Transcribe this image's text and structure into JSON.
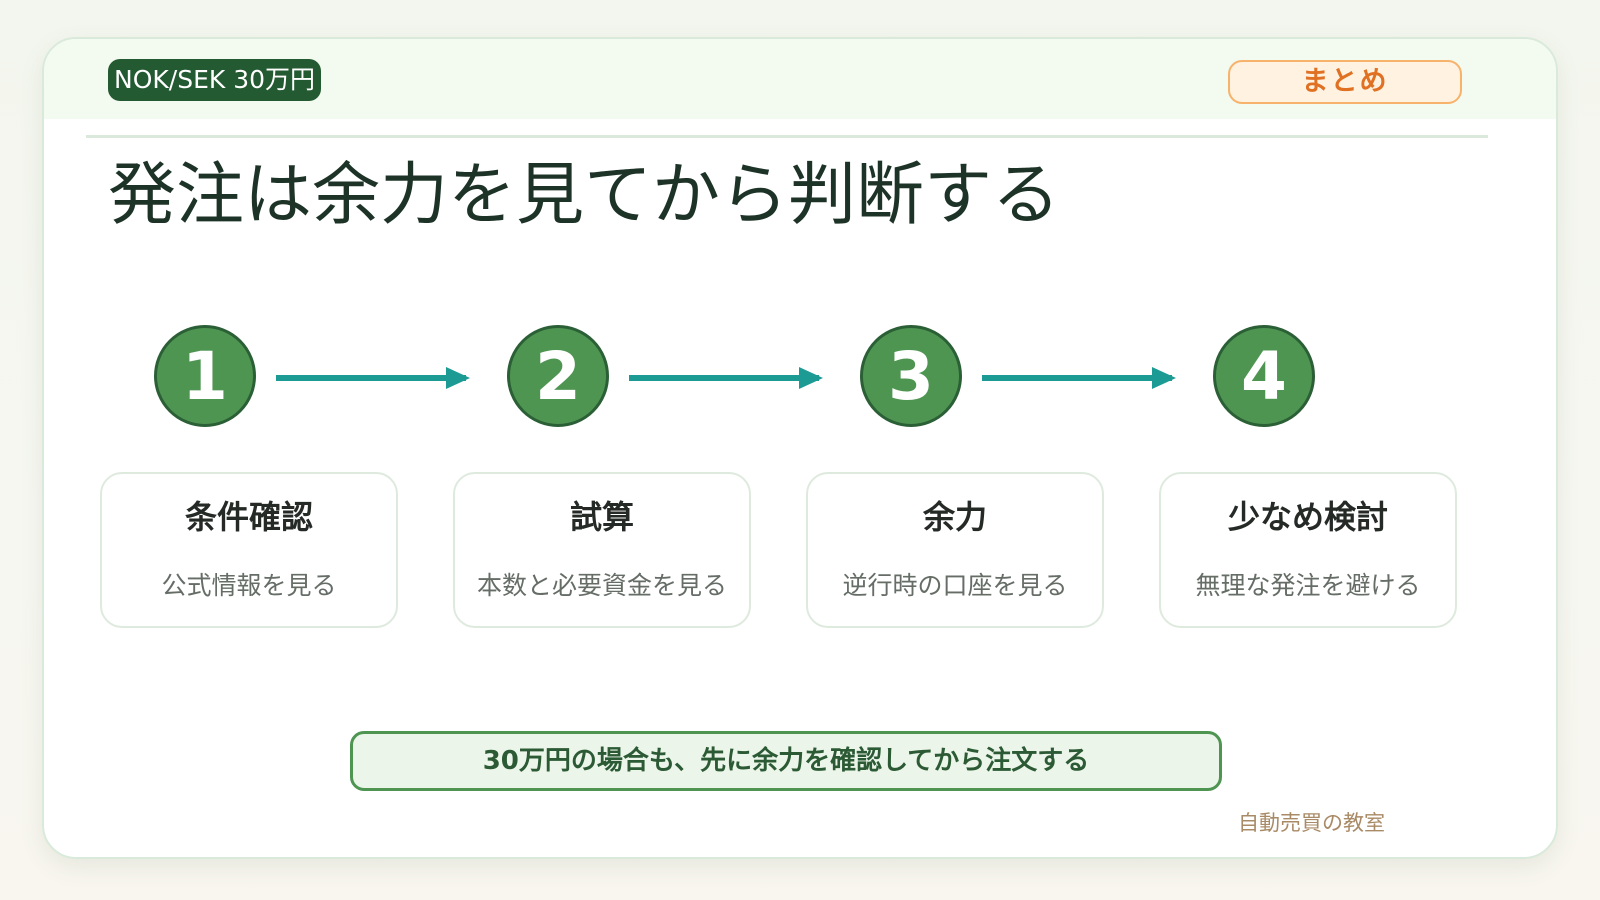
{
  "header": {
    "badge": "NOK/SEK 30万円",
    "tag": "まとめ"
  },
  "title": "発注は余力を見てから判断する",
  "steps": [
    {
      "number": "1",
      "title": "条件確認",
      "desc": "公式情報を見る"
    },
    {
      "number": "2",
      "title": "試算",
      "desc": "本数と必要資金を見る"
    },
    {
      "number": "3",
      "title": "余力",
      "desc": "逆行時の口座を見る"
    },
    {
      "number": "4",
      "title": "少なめ検討",
      "desc": "無理な発注を避ける"
    }
  ],
  "banner": "30万円の場合も、先に余力を確認してから注文する",
  "footer": "自動売買の教室",
  "colors": {
    "primary_green": "#4f9552",
    "dark_green": "#235a31",
    "arrow_teal": "#1c9b95",
    "accent_orange": "#e07022"
  }
}
